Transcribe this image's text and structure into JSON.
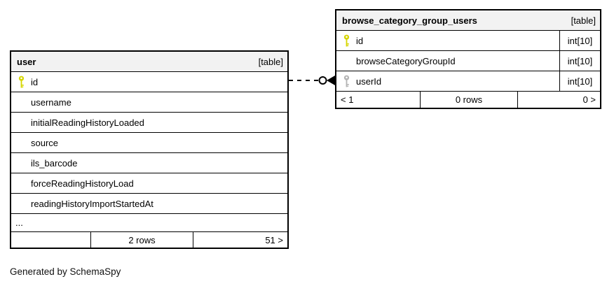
{
  "credit": "Generated by SchemaSpy",
  "colors": {
    "key_primary": "#d6d600",
    "key_foreign": "#b4b4b4",
    "header_bg": "#f2f2f2",
    "border": "#000000"
  },
  "relationship": {
    "style": "dashed",
    "from_table": "user",
    "from_column": "id",
    "to_table": "browse_category_group_users",
    "to_column": "userId",
    "end_glyphs": "open-circle, crow-foot"
  },
  "tables": {
    "user": {
      "name": "user",
      "tag": "[table]",
      "columns": [
        {
          "name": "id",
          "key": "primary"
        },
        {
          "name": "username"
        },
        {
          "name": "initialReadingHistoryLoaded"
        },
        {
          "name": "source"
        },
        {
          "name": "ils_barcode"
        },
        {
          "name": "forceReadingHistoryLoad"
        },
        {
          "name": "readingHistoryImportStartedAt"
        }
      ],
      "ellipsis": "...",
      "footer": {
        "left": "",
        "center": "2 rows",
        "right": "51 >"
      }
    },
    "browse_category_group_users": {
      "name": "browse_category_group_users",
      "tag": "[table]",
      "columns": [
        {
          "name": "id",
          "key": "primary",
          "type": "int[10]"
        },
        {
          "name": "browseCategoryGroupId",
          "type": "int[10]"
        },
        {
          "name": "userId",
          "key": "foreign",
          "type": "int[10]"
        }
      ],
      "footer": {
        "left": "< 1",
        "center": "0 rows",
        "right": "0 >"
      }
    }
  }
}
